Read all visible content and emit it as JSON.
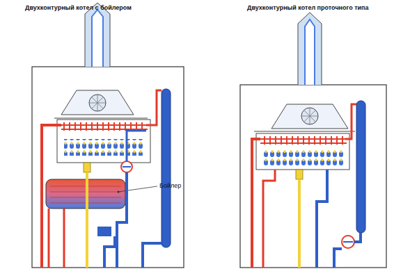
{
  "diagram": {
    "labels": [
      "Двухконтурный котел с бойлером",
      "Двухконтурный котел проточного типа",
      "Бойлер"
    ]
  }
}
